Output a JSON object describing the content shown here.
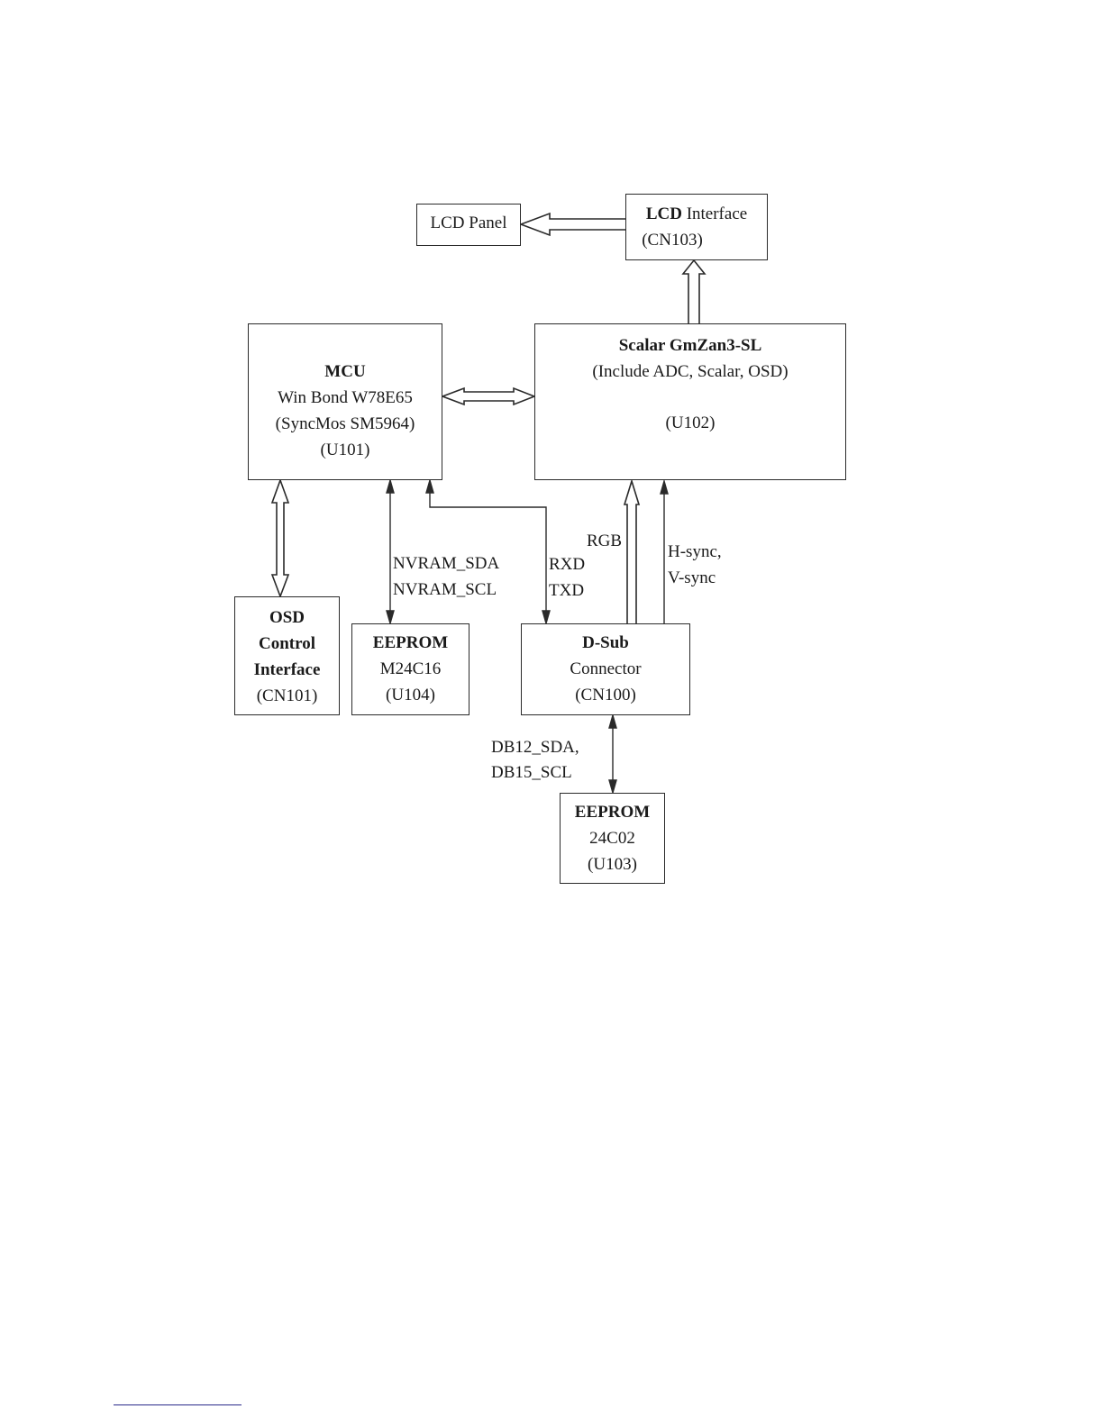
{
  "boxes": {
    "lcd_panel": {
      "title": "LCD Panel"
    },
    "lcd_interface": {
      "title_bold": "LCD",
      "title_rest": " Interface",
      "ref": "(CN103)"
    },
    "mcu": {
      "title": "MCU",
      "line2": "Win Bond W78E65",
      "line3": "(SyncMos SM5964)",
      "ref": "(U101)"
    },
    "scalar": {
      "title": "Scalar GmZan3-SL",
      "line2": "(Include ADC, Scalar, OSD)",
      "ref": "(U102)"
    },
    "osd": {
      "title1": "OSD",
      "title2": "Control",
      "title3": "Interface",
      "ref": "(CN101)"
    },
    "eeprom_u104": {
      "title": "EEPROM",
      "line2": "M24C16",
      "ref": "(U104)"
    },
    "dsub": {
      "title": "D-Sub",
      "line2": "Connector",
      "ref": "(CN100)"
    },
    "eeprom_u103": {
      "title": "EEPROM",
      "line2": "24C02",
      "ref": "(U103)"
    }
  },
  "signals": {
    "nvram_sda": "NVRAM_SDA",
    "nvram_scl": "NVRAM_SCL",
    "rxd": "RXD",
    "txd": "TXD",
    "rgb": "RGB",
    "hsync": "H-sync,",
    "vsync": "V-sync",
    "db12_sda": "DB12_SDA,",
    "db15_scl": "DB15_SCL"
  },
  "colors": {
    "line": "#2a2a2a",
    "footer_rule": "#2a2a8a"
  }
}
